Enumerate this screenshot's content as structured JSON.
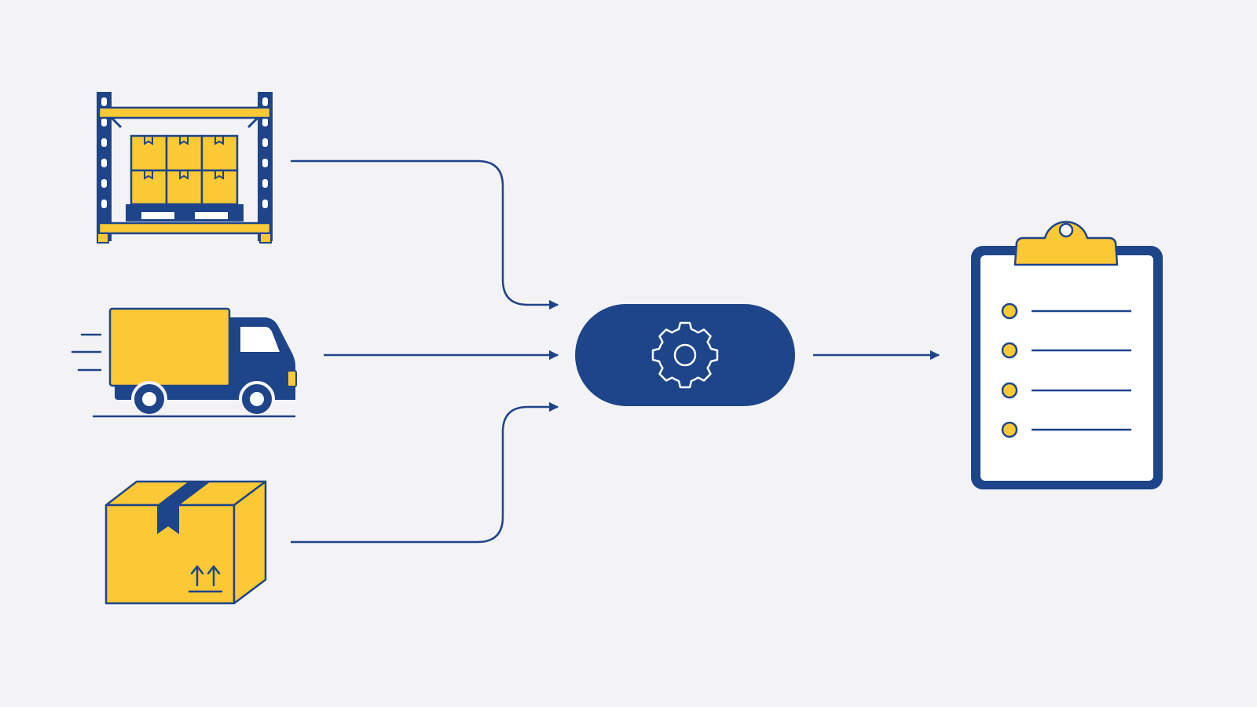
{
  "colors": {
    "background": "#f3f3f6",
    "navy": "#1e4489",
    "yellow": "#fbc935",
    "white": "#ffffff"
  },
  "nodes": {
    "inputs": [
      {
        "name": "warehouse-rack",
        "icon": "warehouse-shelf-icon"
      },
      {
        "name": "delivery-truck",
        "icon": "truck-icon"
      },
      {
        "name": "shipping-box",
        "icon": "package-box-icon"
      }
    ],
    "process": {
      "name": "processing-step",
      "icon": "gear-icon"
    },
    "output": {
      "name": "checklist",
      "icon": "clipboard-checklist-icon",
      "list_items": 4
    }
  },
  "edges": [
    {
      "from": "warehouse-rack",
      "to": "processing-step"
    },
    {
      "from": "delivery-truck",
      "to": "processing-step"
    },
    {
      "from": "shipping-box",
      "to": "processing-step"
    },
    {
      "from": "processing-step",
      "to": "checklist"
    }
  ]
}
